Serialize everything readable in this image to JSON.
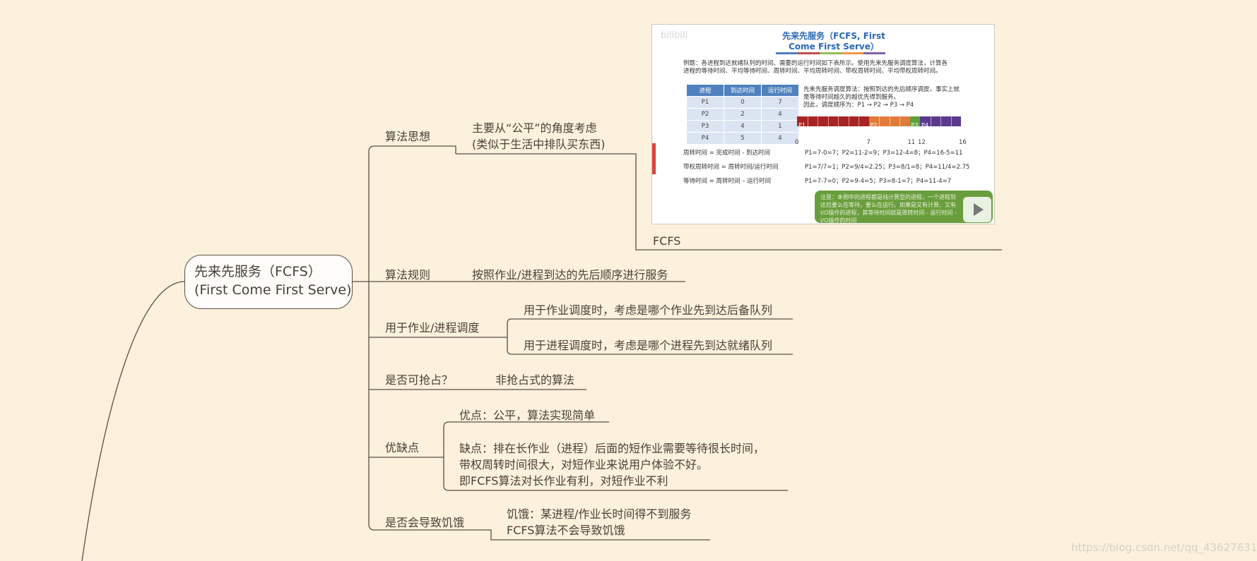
{
  "central": {
    "line1": "先来先服务（FCFS）",
    "line2": "(First Come First Serve)"
  },
  "branches": {
    "idea": {
      "label": "算法思想",
      "child1": "主要从“公平”的角度考虑",
      "child2": "(类似于生活中排队买东西)",
      "grandchild": "FCFS"
    },
    "rule": {
      "label": "算法规则",
      "child": "按照作业/进程到达的先后顺序进行服务"
    },
    "usage": {
      "label": "用于作业/进程调度",
      "child1": "用于作业调度时，考虑是哪个作业先到达后备队列",
      "child2": "用于进程调度时，考虑是哪个进程先到达就绪队列"
    },
    "preempt": {
      "label": "是否可抢占？",
      "child": "非抢占式的算法"
    },
    "pros_cons": {
      "label": "优缺点",
      "pro": "优点：公平，算法实现简单",
      "con1": "缺点：排在长作业（进程）后面的短作业需要等待很长时间，",
      "con2": "带权周转时间很大，对短作业来说用户体验不好。",
      "con3": "即FCFS算法对长作业有利，对短作业不利"
    },
    "starve": {
      "label": "是否会导致饥饿",
      "child1": "饥饿：某进程/作业长时间得不到服务",
      "child2": "FCFS算法不会导致饥饿"
    }
  },
  "thumbnail": {
    "watermark": "bilibili",
    "title1": "先来先服务（FCFS, First",
    "title2": "Come First Serve）",
    "intro1": "例题：各进程到达就绪队列的时间、需要的运行时间如下表所示。使用先来先服务调度算法，计算各",
    "intro2": "进程的等待时间、平均等待时间、周转时间、平均周转时间、带权周转时间、平均带权周转时间。",
    "table_headers": [
      "进程",
      "到达时间",
      "运行时间"
    ],
    "table_rows": [
      [
        "P1",
        "0",
        "7"
      ],
      [
        "P2",
        "2",
        "4"
      ],
      [
        "P3",
        "4",
        "1"
      ],
      [
        "P4",
        "5",
        "4"
      ]
    ],
    "desc1": "先来先服务调度算法：按照到达的先后顺序调度，事实上就",
    "desc2": "是等待时间越久的越优先得到服务。",
    "desc3": "因此，调度顺序为：P1 → P2 → P3 → P4",
    "gantt": [
      {
        "name": "P1",
        "start": 0,
        "end": 7,
        "color": "#a82424"
      },
      {
        "name": "P2",
        "start": 7,
        "end": 11,
        "color": "#e07b39"
      },
      {
        "name": "P3",
        "start": 11,
        "end": 12,
        "color": "#5ea13c"
      },
      {
        "name": "P4",
        "start": 12,
        "end": 16,
        "color": "#5b3a8e"
      }
    ],
    "ticks": [
      "0",
      "7",
      "11",
      "12",
      "16"
    ],
    "f1_label": "周转时间 = 完成时间 - 到达时间",
    "f1_value": "P1=7-0=7；P2=11-2=9；P3=12-4=8；P4=16-5=11",
    "f2_label": "带权周转时间 = 周转时间/运行时间",
    "f2_value": "P1=7/7=1；P2=9/4=2.25；P3=8/1=8；P4=11/4=2.75",
    "f3_label": "等待时间 = 周转时间 – 运行时间",
    "f3_value": "P1=7-7=0；P2=9-4=5；P3=8-1=7；P4=11-4=7",
    "note1": "注意：本例中的进程都是纯计算型的进程，一个进程到",
    "note2": "达后要么在等待，要么在运行。如果是又有计算、又有",
    "note3": "I/O操作的进程，其等待时间就是周转时间 - 运行时间 -",
    "note4": "I/O操作的时间"
  },
  "watermark": "https://blog.csdn.net/qq_43627631",
  "colors": {
    "background": "#fbf1dc",
    "line": "#5a5048"
  }
}
